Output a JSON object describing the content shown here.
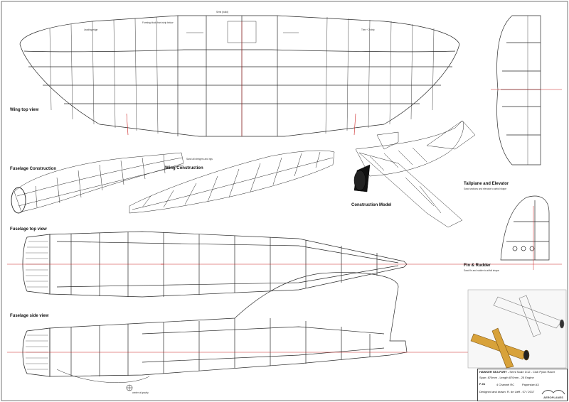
{
  "labels": {
    "wing_top_view": "Wing top view",
    "fuselage_construction": "Fuselage Construction",
    "wing_construction": "Wing Construction",
    "construction_model": "Construction Model",
    "tailplane_elevator": "Tailplane and Elevator",
    "fin_rudder": "Fin & Rudder",
    "fuselage_top_view": "Fuselage top view",
    "fuselage_side_view": "Fuselage side view"
  },
  "notes": {
    "wing_top": [
      "Leading edge",
      "Forming block front strip below",
      "Semi (build)",
      "Trim + 2 strip"
    ],
    "wing_strip": "Sand all stringers and rigs",
    "tail_note": "Sand sections and elevator to airfoil shape",
    "fin_note": "Sand fin and rudder to airfoil shape",
    "center_gravity": "center of gravity"
  },
  "title_block": {
    "name": "HAWKER SEA FURY",
    "subtitle": "Semi Scale 1/12 - Club Pylon Racer",
    "spec": "Span: 870mm - Length 870mm - 25 Engine",
    "code": "F-01",
    "channel": "4 Channel RC",
    "paper": "Papersize A3",
    "designed": "Designed and drawn: R. de Lieff - 07 / 2017",
    "logo": "AEROPLANES"
  },
  "colors": {
    "line": "#2a2a2a",
    "red_line": "#cc2222",
    "model_wood": "#d8a23a"
  }
}
